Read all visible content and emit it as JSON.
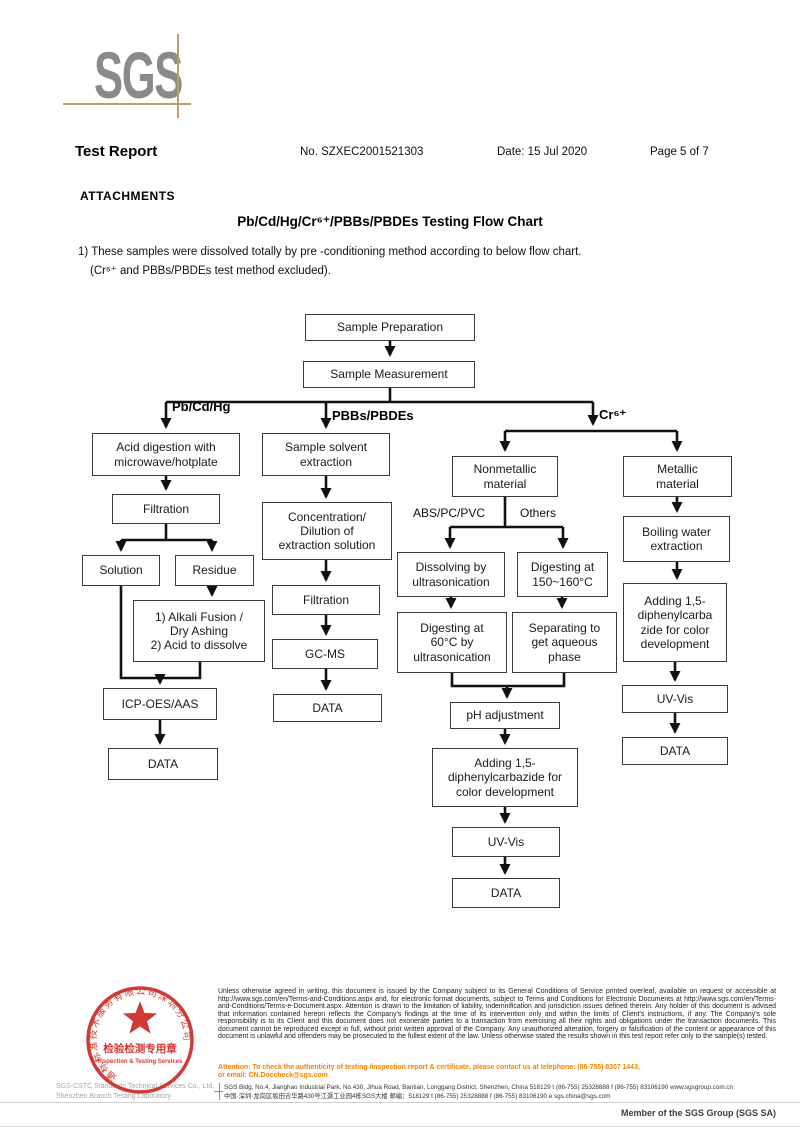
{
  "header": {
    "logo_text": "SGS",
    "title": "Test Report",
    "report_no": "No. SZXEC2001521303",
    "date": "Date: 15 Jul 2020",
    "page": "Page 5 of 7"
  },
  "attachments": {
    "heading": "ATTACHMENTS",
    "chart_title": "Pb/Cd/Hg/Cr⁶⁺/PBBs/PBDEs Testing Flow Chart",
    "note_line1": "1) These samples were dissolved totally by pre -conditioning method according to below flow chart.",
    "note_line2": "(Cr⁶⁺ and PBBs/PBDEs test method excluded)."
  },
  "flowchart": {
    "branch_labels": {
      "pb_cd_hg": "Pb/Cd/Hg",
      "pbbs_pbdes": "PBBs/PBDEs",
      "cr6": "Cr⁶⁺",
      "abs_pc_pvc": "ABS/PC/PVC",
      "others": "Others"
    },
    "boxes": {
      "sample_preparation": "Sample Preparation",
      "sample_measurement": "Sample Measurement",
      "acid_digestion": "Acid digestion with\nmicrowave/hotplate",
      "filtration_left": "Filtration",
      "solution": "Solution",
      "residue": "Residue",
      "alkali": "1) Alkali Fusion /\nDry Ashing\n2) Acid to dissolve",
      "icp": "ICP-OES/AAS",
      "data_left": "DATA",
      "solvent_extraction": "Sample solvent\nextraction",
      "concentration": "Concentration/\nDilution of\nextraction solution",
      "filtration_mid": "Filtration",
      "gcms": "GC-MS",
      "data_mid": "DATA",
      "nonmetallic": "Nonmetallic\nmaterial",
      "metallic": "Metallic\nmaterial",
      "dissolving": "Dissolving by\nultrasonication",
      "digesting150": "Digesting at\n150~160°C",
      "digesting60": "Digesting at\n60°C by\nultrasonication",
      "separating": "Separating to\nget aqueous\nphase",
      "ph": "pH adjustment",
      "adding_center": "Adding 1,5-\ndiphenylcarbazide for\ncolor development",
      "uvvis_center": "UV-Vis",
      "data_center": "DATA",
      "boiling": "Boiling water\nextraction",
      "adding_right": "Adding 1,5-\ndiphenylcarba\nzide for color\ndevelopment",
      "uvvis_right": "UV-Vis",
      "data_right": "DATA"
    }
  },
  "stamp": {
    "ring_text": "通标标准技术服务有限公司深圳分公司",
    "inner_cn": "检验检测专用章",
    "inner_en": "Inspection & Testing Services",
    "company_line1": "SGS-CSTC Standards Technical Services Co., Ltd.",
    "company_line2": "Shenzhen Branch Testing Laboratory"
  },
  "footer": {
    "legal": "Unless otherwise agreed in writing, this document is issued by the Company subject to its General Conditions of Service printed overleaf, available on request or accessible at http://www.sgs.com/en/Terms-and-Conditions.aspx and, for electronic format documents, subject to Terms and Conditions for Electronic Documents at http://www.sgs.com/en/Terms-and-Conditions/Terms-e-Document.aspx. Attention is drawn to the limitation of liability, indemnification and jurisdiction issues defined therein. Any holder of this document is advised that information contained hereon reflects the Company's findings at the time of its intervention only and within the limits of Client's instructions, if any. The Company's sole responsibility is to its Client and this document does not exonerate parties to a transaction from exercising all their rights and obligations under the transaction documents. This document cannot be reproduced except in full, without prior written approval of the Company. Any unauthorized alteration, forgery or falsification of the content or appearance of this document is unlawful and offenders may be prosecuted to the fullest extent of the law. Unless otherwise stated the results shown in this test report refer only to the sample(s) tested.",
    "attention": "Attention: To check the authenticity of testing /inspection report & certificate, please contact us at telephone: (86-755) 8307 1443,\nor email: CN.Doccheck@sgs.com",
    "address_en": "SGS Bldg, No.4, Jianghao Industrial Park, No.430, Jihua Road, Bantian, Longgang District, Shenzhen, China 518129    t (86-755) 25328888    f (86-755) 83106190    www.sgsgroup.com.cn",
    "address_cn": "中国·深圳·龙岗区坂田吉华路430号江灏工业园4栋SGS大楼    邮编：518129    t (86-755) 25328888    f (86-755) 83106190    e sgs.china@sgs.com",
    "member": "Member of the SGS Group (SGS SA)"
  },
  "colors": {
    "stamp_red": "#cc2b24",
    "attention_orange": "#f08300",
    "logo_gray": "#8a8a8a",
    "crosshair_tan": "#c49a6c"
  }
}
